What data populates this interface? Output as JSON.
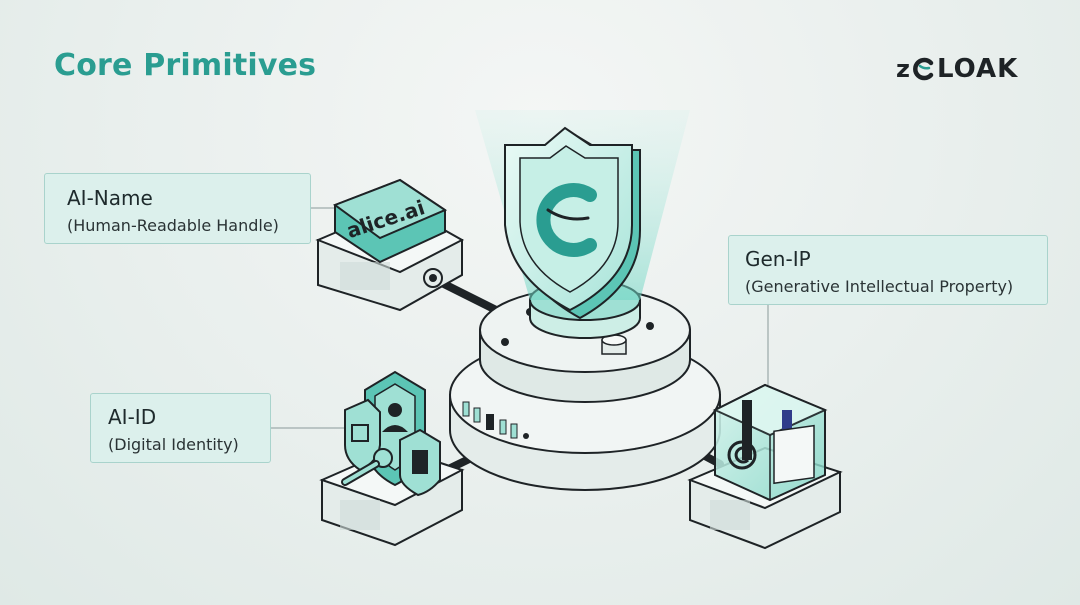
{
  "title": "Core Primitives",
  "brand": {
    "prefix": "z",
    "suffix": "LOAK"
  },
  "nodes": {
    "ai_name": {
      "name": "AI-Name",
      "sub": "(Human-Readable Handle)",
      "tag": "alice.ai"
    },
    "gen_ip": {
      "name": "Gen-IP",
      "sub": "(Generative Intellectual Property)",
      "tag": "contract cube"
    },
    "ai_id": {
      "name": "AI-ID",
      "sub": "(Digital Identity)"
    }
  },
  "colors": {
    "accent": "#2a9d91",
    "teal_light": "#9fe0d4",
    "teal_mid": "#5cc5b5",
    "dark": "#1e2326",
    "box_fill": "#dcf0ec"
  }
}
